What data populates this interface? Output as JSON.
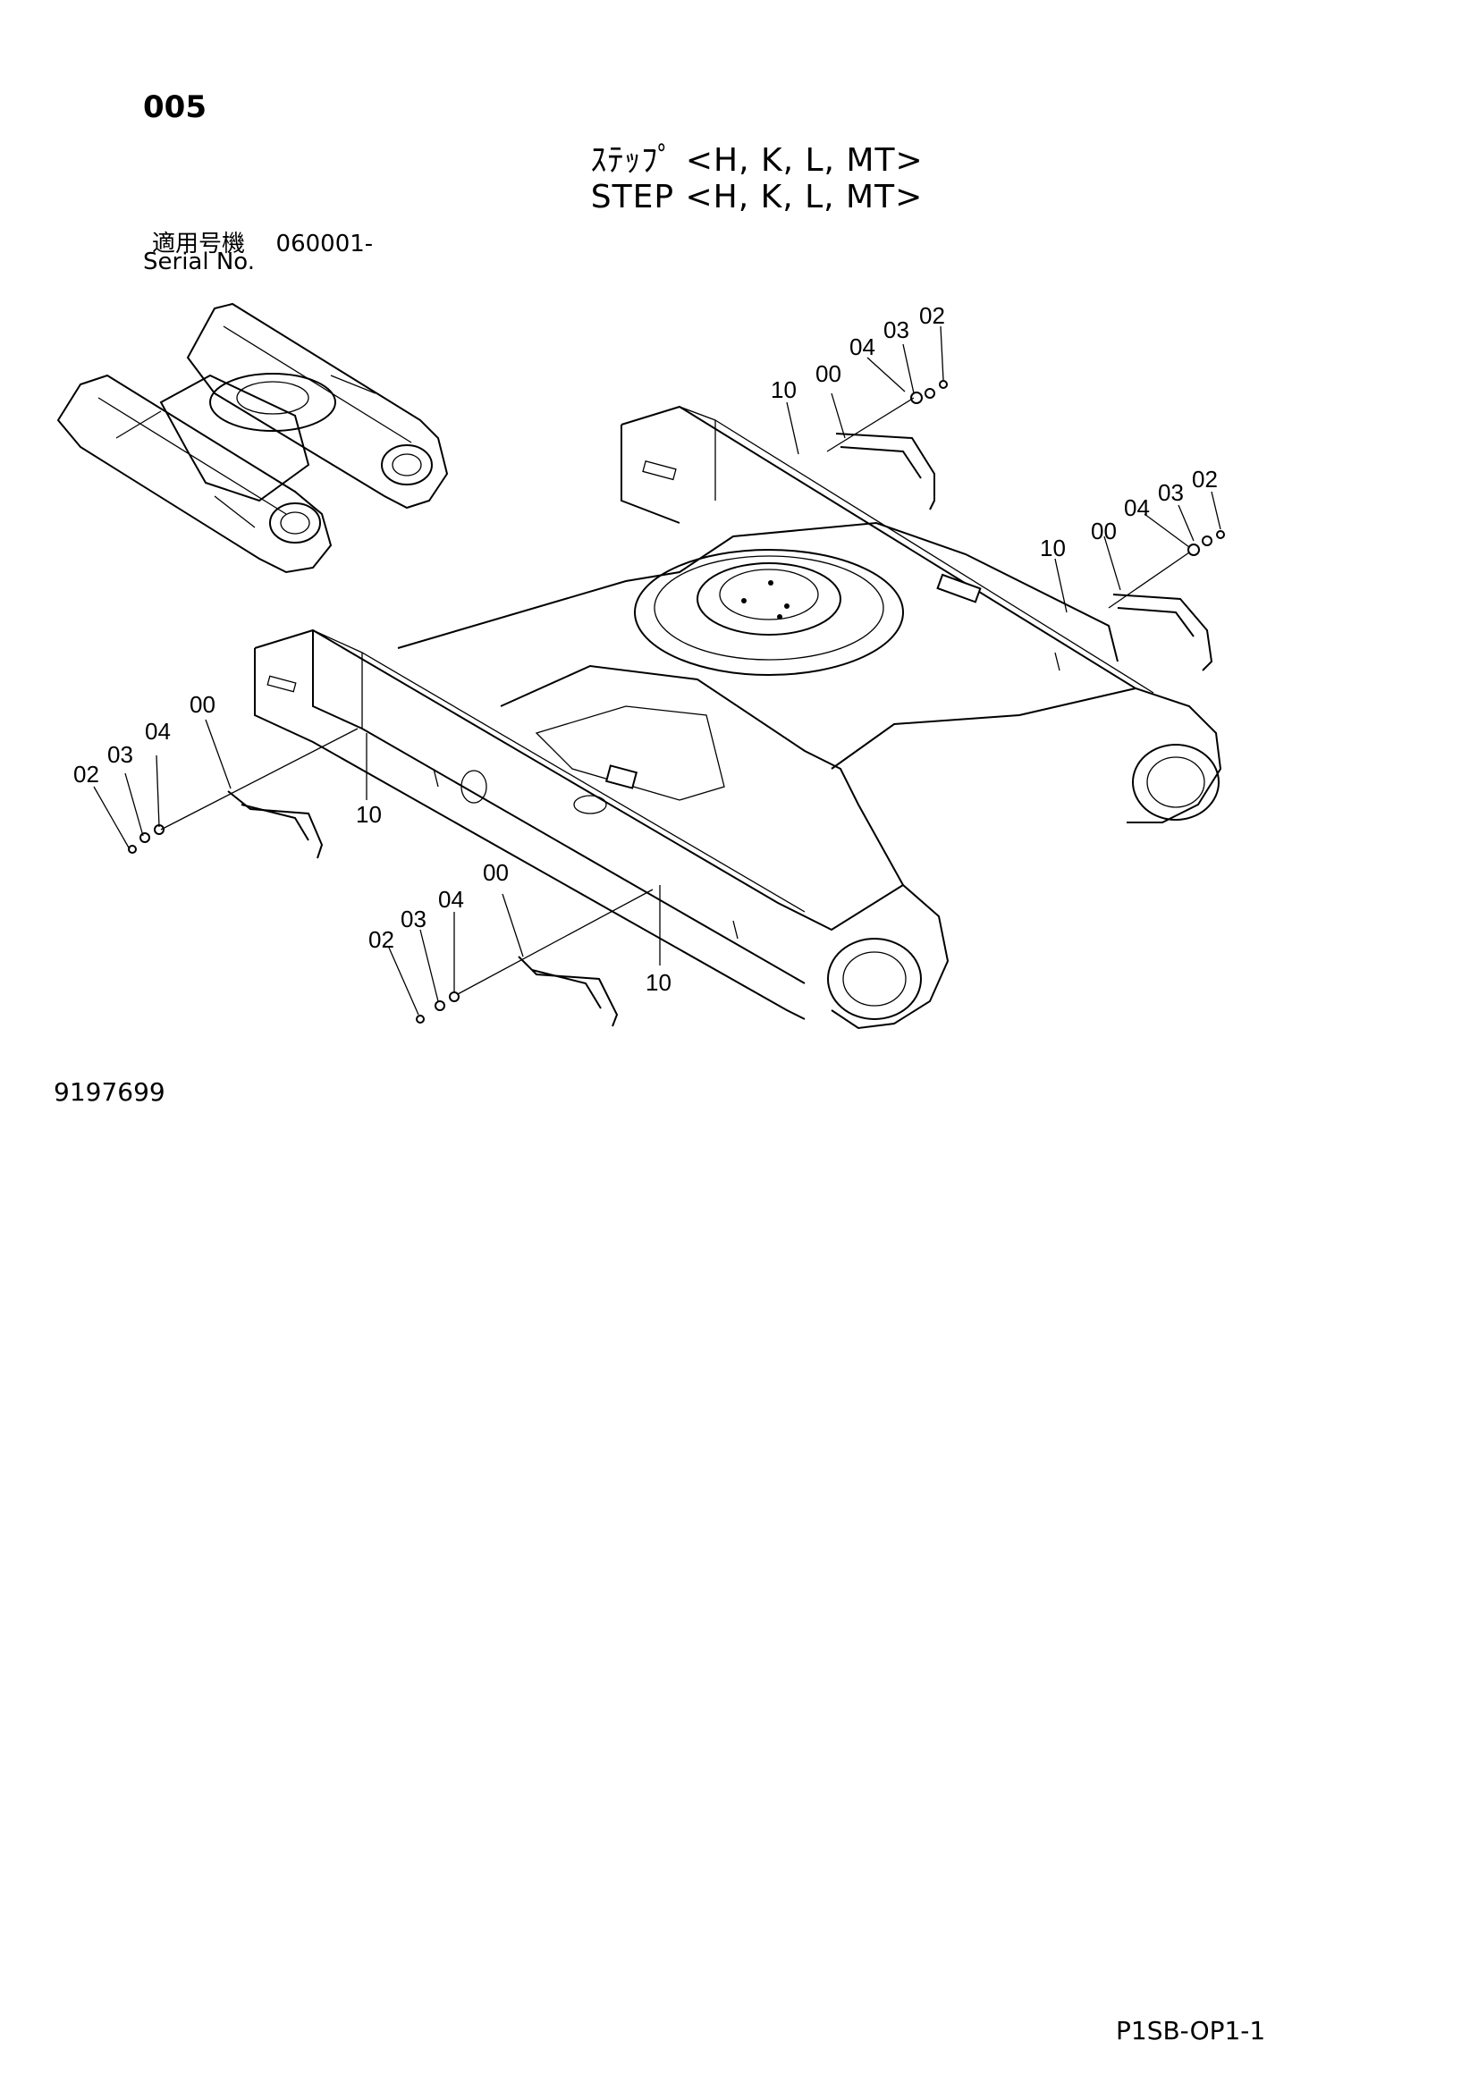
{
  "header": {
    "page_number": "005",
    "title_jp": "ｽﾃｯﾌﾟ <H, K, L, MT>",
    "title_en": "STEP <H, K, L, MT>",
    "serial_label_jp": "適用号機",
    "serial_value": "060001-",
    "serial_label_en": "Serial No."
  },
  "callouts": [
    {
      "id": "c1",
      "text": "02"
    },
    {
      "id": "c2",
      "text": "03"
    },
    {
      "id": "c3",
      "text": "04"
    },
    {
      "id": "c4",
      "text": "00"
    },
    {
      "id": "c5",
      "text": "10"
    },
    {
      "id": "c6",
      "text": "02"
    },
    {
      "id": "c7",
      "text": "03"
    },
    {
      "id": "c8",
      "text": "04"
    },
    {
      "id": "c9",
      "text": "00"
    },
    {
      "id": "c10",
      "text": "10"
    },
    {
      "id": "c11",
      "text": "02"
    },
    {
      "id": "c12",
      "text": "03"
    },
    {
      "id": "c13",
      "text": "04"
    },
    {
      "id": "c14",
      "text": "00"
    },
    {
      "id": "c15",
      "text": "10"
    },
    {
      "id": "c16",
      "text": "02"
    },
    {
      "id": "c17",
      "text": "03"
    },
    {
      "id": "c18",
      "text": "04"
    },
    {
      "id": "c19",
      "text": "00"
    },
    {
      "id": "c20",
      "text": "10"
    }
  ],
  "footer": {
    "drawing_number": "9197699",
    "page_reference": "P1SB-OP1-1"
  }
}
